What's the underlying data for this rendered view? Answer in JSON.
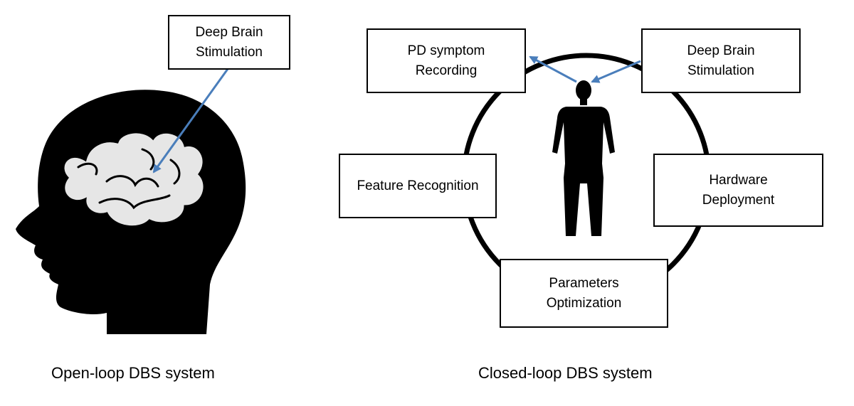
{
  "open_loop": {
    "box": {
      "line1": "Deep Brain",
      "line2": "Stimulation"
    },
    "caption": "Open-loop DBS system",
    "icons": {
      "head": "head-silhouette-icon",
      "brain": "brain-icon"
    }
  },
  "closed_loop": {
    "boxes": {
      "pd_recording": {
        "line1": "PD symptom",
        "line2": "Recording"
      },
      "dbs": {
        "line1": "Deep Brain",
        "line2": "Stimulation"
      },
      "feature": {
        "line1": "Feature Recognition"
      },
      "hardware": {
        "line1": "Hardware",
        "line2": "Deployment"
      },
      "params": {
        "line1": "Parameters",
        "line2": "Optimization"
      }
    },
    "caption": "Closed-loop DBS system",
    "icons": {
      "body": "human-body-icon"
    }
  },
  "colors": {
    "arrow": "#4a7ebb",
    "ink": "#000000",
    "brain": "#e6e6e6"
  }
}
